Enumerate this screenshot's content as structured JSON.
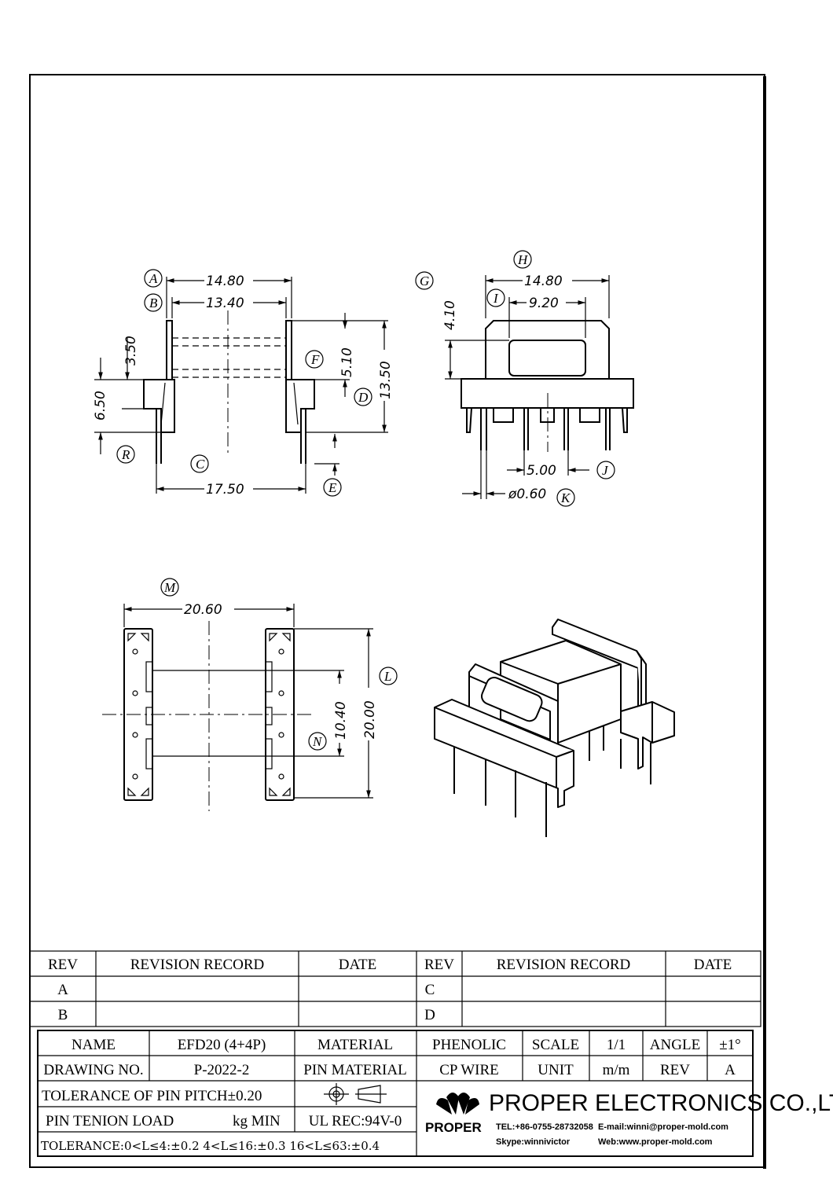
{
  "dimensions": {
    "top_left": {
      "a": "14.80",
      "b": "13.40",
      "c": "17.50",
      "d": "5.10",
      "e": "13.50",
      "f": "3.50",
      "g": "6.50"
    },
    "top_right": {
      "h": "14.80",
      "i": "9.20",
      "g": "4.10",
      "j": "5.00",
      "k": "ø0.60"
    },
    "bottom_left": {
      "m": "20.60",
      "l": "20.00",
      "n": "10.40"
    }
  },
  "labels": [
    "A",
    "B",
    "C",
    "D",
    "E",
    "F",
    "R",
    "G",
    "H",
    "I",
    "J",
    "K",
    "M",
    "L",
    "N"
  ],
  "revision_table": {
    "headers": [
      "REV",
      "REVISION RECORD",
      "DATE",
      "REV",
      "REVISION RECORD",
      "DATE"
    ],
    "rows": [
      [
        "A",
        "",
        "",
        "C",
        "",
        ""
      ],
      [
        "B",
        "",
        "",
        "D",
        "",
        ""
      ]
    ]
  },
  "title_block": {
    "name_label": "NAME",
    "name_value": "EFD20 (4+4P)",
    "material_label": "MATERIAL",
    "material_value": "PHENOLIC",
    "scale_label": "SCALE",
    "scale_value": "1/1",
    "angle_label": "ANGLE",
    "angle_value": "±1°",
    "drawing_no_label": "DRAWING NO.",
    "drawing_no_value": "P-2022-2",
    "pin_material_label": "PIN MATERIAL",
    "pin_material_value": "CP WIRE",
    "unit_label": "UNIT",
    "unit_value": "m/m",
    "rev_label": "REV",
    "rev_value": "A",
    "pin_pitch_tolerance": "TOLERANCE OF PIN PITCH±0.20",
    "pin_tension_load": "PIN TENION LOAD",
    "pin_tension_unit": "kg MIN",
    "ul_rec": "UL REC:94V-0",
    "tolerance": "TOLERANCE:0<L≤4:±0.2  4<L≤16:±0.3  16<L≤63:±0.4"
  },
  "company": {
    "name": "PROPER ELECTRONICS CO.,LTD",
    "logo_text": "PROPER",
    "tel": "TEL:+86-0755-28732058",
    "email": "E-mail:winni@proper-mold.com",
    "skype": "Skype:winnivictor",
    "web": "Web:www.proper-mold.com"
  }
}
